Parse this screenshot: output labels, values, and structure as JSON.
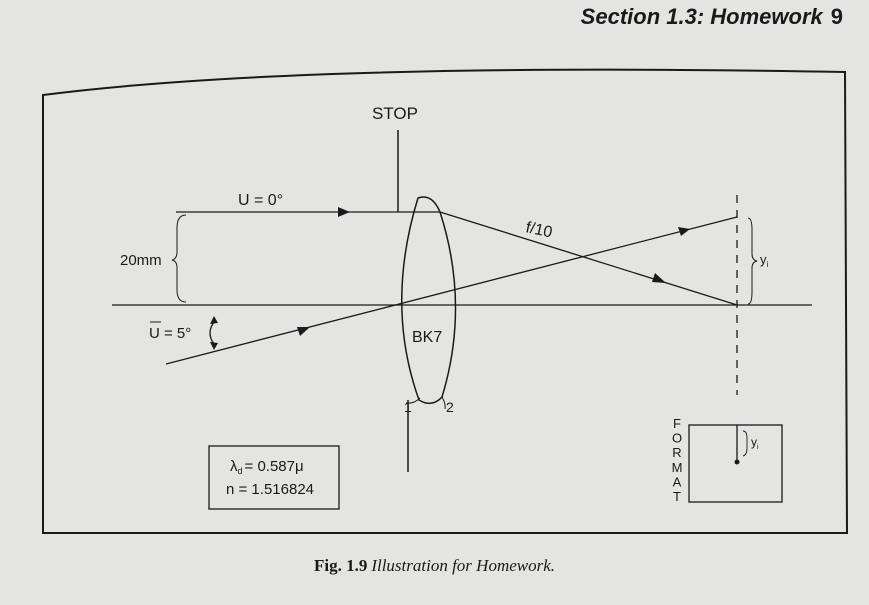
{
  "header": {
    "section": "Section 1.3: Homework",
    "page": "9"
  },
  "figure": {
    "labels": {
      "stop": "STOP",
      "u_axial": "U = 0°",
      "height": "20mm",
      "u_bar": "U = 5°",
      "f_number": "f/10",
      "glass": "BK7",
      "surface1": "1",
      "surface2": "2",
      "yi_image": "y",
      "yi_format": "y",
      "yi_sub": "i"
    },
    "params": {
      "wavelength_symbol": "λ",
      "wavelength_sub": "d",
      "wavelength_value": "= 0.587μ",
      "index": "n = 1.516824"
    },
    "format_letters": [
      "F",
      "O",
      "R",
      "M",
      "A",
      "T"
    ]
  },
  "caption": {
    "label": "Fig. 1.9",
    "text": "Illustration for Homework."
  }
}
